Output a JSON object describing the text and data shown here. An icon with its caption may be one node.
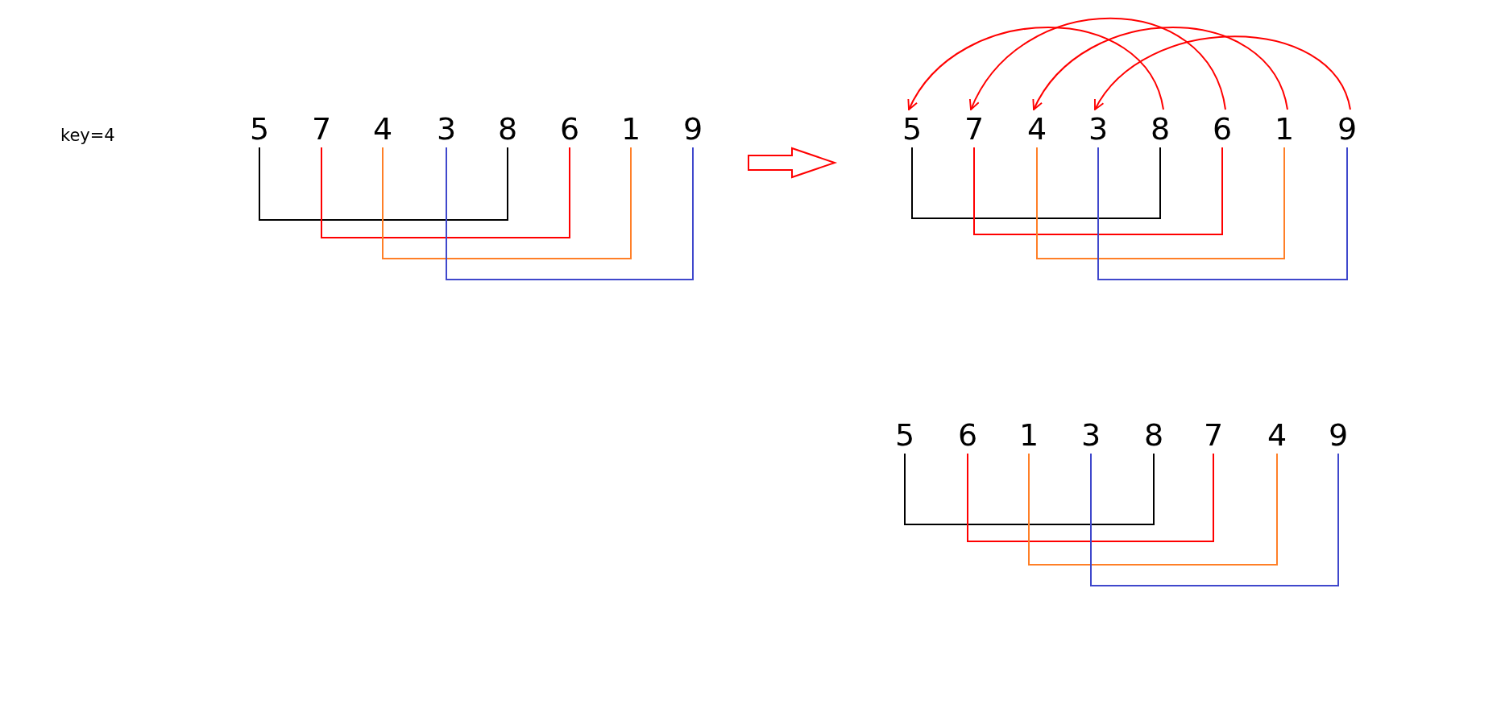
{
  "diagram": {
    "nodes": [
      {
        "text": [
          "5"
        ]
      },
      {
        "text": [
          "7"
        ]
      },
      {
        "text": [
          "4"
        ]
      },
      {
        "text": [
          "3"
        ]
      },
      {
        "text": [
          "8"
        ]
      },
      {
        "text": [
          "6"
        ]
      },
      {
        "text": [
          "1"
        ]
      },
      {
        "text": [
          "9"
        ]
      },
      {
        "text": [
          "5"
        ]
      },
      {
        "text": [
          "7"
        ]
      },
      {
        "text": [
          "4"
        ]
      },
      {
        "text": [
          "3"
        ]
      },
      {
        "text": [
          "8"
        ]
      },
      {
        "text": [
          "6"
        ]
      },
      {
        "text": [
          "1"
        ]
      },
      {
        "text": [
          "9"
        ]
      },
      {
        "text": [
          "5"
        ]
      },
      {
        "text": [
          "6"
        ]
      },
      {
        "text": [
          "1"
        ]
      },
      {
        "text": [
          "3"
        ]
      },
      {
        "text": [
          "8"
        ]
      },
      {
        "text": [
          "7"
        ]
      },
      {
        "text": [
          "4"
        ]
      },
      {
        "text": [
          "9"
        ]
      }
    ],
    "edges": [
      {
        "from": 0,
        "to": 4,
        "arrow": "none",
        "color": "#000000"
      },
      {
        "from": 1,
        "to": 5,
        "arrow": "none"
      },
      {
        "from": 2,
        "to": 6,
        "arrow": "none",
        "color": "#ff7f27"
      },
      {
        "from": 3,
        "to": 7,
        "arrow": "none",
        "color": "#3f48cc"
      },
      {
        "from": 12,
        "to": 8,
        "arrow": "to"
      },
      {
        "from": 13,
        "to": 9,
        "arrow": "to"
      },
      {
        "from": 14,
        "to": 10,
        "arrow": "to"
      },
      {
        "from": 15,
        "to": 11,
        "arrow": "to"
      },
      {
        "from": 8,
        "to": 12,
        "arrow": "none",
        "color": "#000000"
      },
      {
        "from": 9,
        "to": 13,
        "arrow": "none"
      },
      {
        "from": 10,
        "to": 14,
        "arrow": "none",
        "color": "#ff7f27"
      },
      {
        "from": 11,
        "to": 15,
        "arrow": "none",
        "color": "#3f48cc"
      },
      {
        "from": 16,
        "to": 20,
        "arrow": "none",
        "color": "#000000"
      },
      {
        "from": 17,
        "to": 21,
        "arrow": "none"
      },
      {
        "from": 18,
        "to": 22,
        "arrow": "none",
        "color": "#ff7f27"
      },
      {
        "from": 19,
        "to": 23,
        "arrow": "none",
        "color": "#3f48cc"
      }
    ],
    "labels": [
      "key=4"
    ]
  }
}
